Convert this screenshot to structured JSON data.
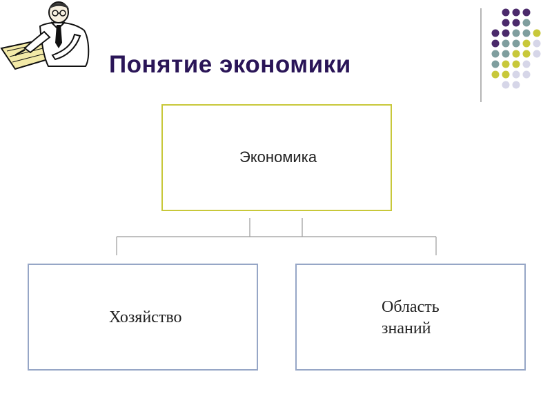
{
  "title": "Понятие экономики",
  "nodes": {
    "top": "Экономика",
    "left": "Хозяйство",
    "right": "Область\nзнаний"
  },
  "colors": {
    "title": "#2a1557",
    "top_border": "#c8c83a",
    "bottom_border": "#96a6c6",
    "connector": "#9a9a9a",
    "dot_purple": "#4b2a6b",
    "dot_teal": "#7f9e9e",
    "dot_yellow": "#c8c83a",
    "dot_lavender": "#d6d6e8"
  },
  "icons": {
    "clipart": "writing-man-icon",
    "decoration": "dot-grid-icon"
  }
}
